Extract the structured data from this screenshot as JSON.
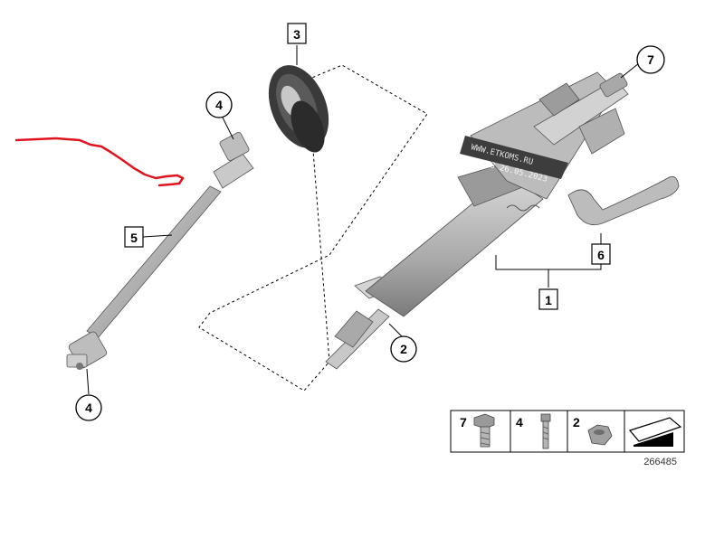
{
  "diagram": {
    "callouts": [
      {
        "id": "c1",
        "label": "1"
      },
      {
        "id": "c2",
        "label": "2"
      },
      {
        "id": "c3",
        "label": "3"
      },
      {
        "id": "c4a",
        "label": "4"
      },
      {
        "id": "c4b",
        "label": "4"
      },
      {
        "id": "c5",
        "label": "5"
      },
      {
        "id": "c6",
        "label": "6"
      },
      {
        "id": "c7",
        "label": "7"
      }
    ],
    "legend": {
      "items": [
        {
          "label": "7",
          "part": "hex-bolt-icon"
        },
        {
          "label": "4",
          "part": "long-bolt-icon"
        },
        {
          "label": "2",
          "part": "hex-nut-icon"
        }
      ],
      "arrow_icon": "notice-arrow-icon"
    },
    "diagram_number": "266485",
    "watermark": {
      "line1": "WWW.ETKOMS.RU",
      "line2": "15:38 26.05.2023"
    },
    "colors": {
      "annotation_red": "#e0141e",
      "part_grey": "#b8b8b8",
      "part_dark": "#3a3a3a",
      "outline": "#000000"
    }
  }
}
